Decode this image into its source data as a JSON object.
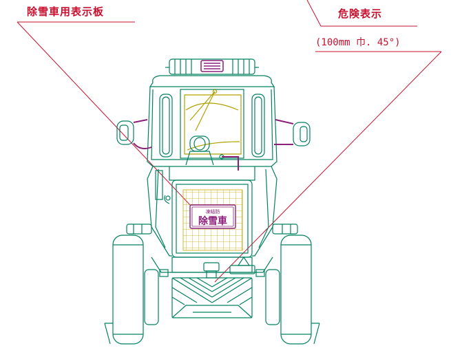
{
  "labels": {
    "plate_label": "除雪車用表示板",
    "danger_label": "危険表示",
    "danger_spec": "(100mm 巾. 45°)"
  },
  "plate": {
    "small_text": "凍結防",
    "main_text": "除雪車"
  },
  "colors": {
    "outline": "#008060",
    "accent": "#8a1f7a",
    "label": "#c8102e",
    "glass": "#b0a000",
    "grid": "#c8a800"
  }
}
